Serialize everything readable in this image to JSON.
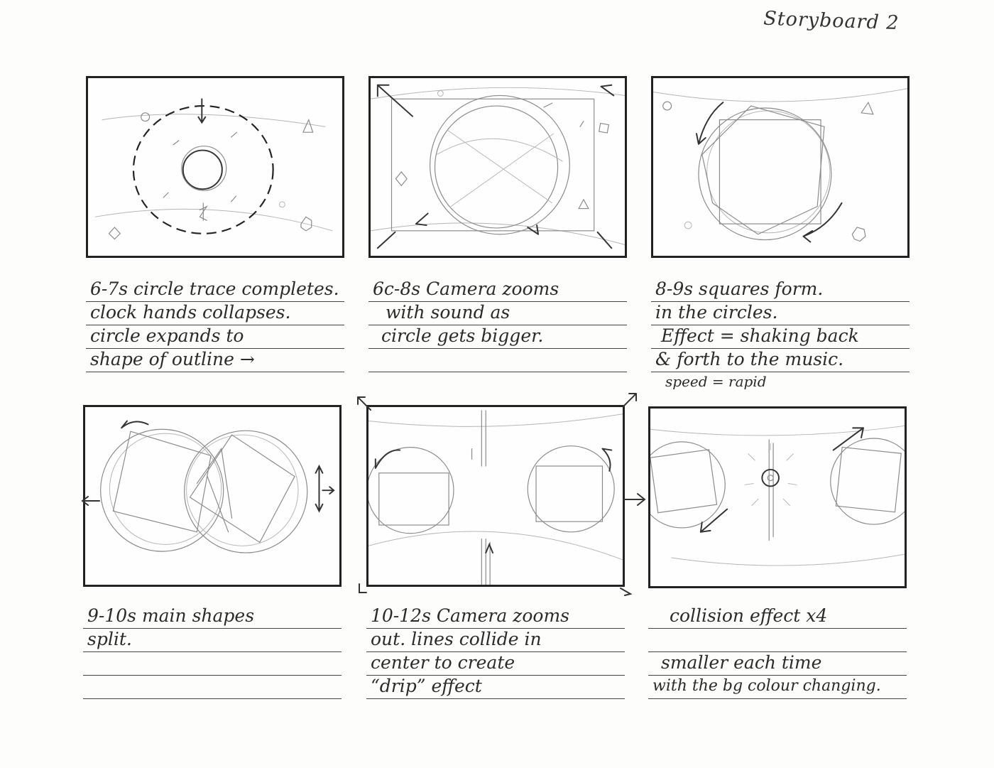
{
  "page": {
    "title": "Storyboard 2"
  },
  "panels": [
    {
      "id": 1,
      "lines": [
        "6-7s circle trace completes.",
        "clock hands collapses.",
        "circle expands to",
        "shape of outline  →"
      ],
      "note": ""
    },
    {
      "id": 2,
      "lines": [
        "6c-8s Camera zooms",
        "with sound as",
        "circle gets bigger.",
        ""
      ],
      "note": ""
    },
    {
      "id": 3,
      "lines": [
        "8-9s squares form.",
        "in the circles.",
        "Effect = shaking back",
        "& forth to the music."
      ],
      "note": "speed = rapid"
    },
    {
      "id": 4,
      "lines": [
        "9-10s main shapes",
        "split.",
        "",
        ""
      ],
      "note": ""
    },
    {
      "id": 5,
      "lines": [
        "10-12s Camera zooms",
        "out. lines collide in",
        "center to create",
        "“drip” effect"
      ],
      "note": ""
    },
    {
      "id": 6,
      "lines": [
        "collision effect x4",
        "",
        "smaller each time",
        "with the bg colour changing."
      ],
      "note": ""
    }
  ]
}
